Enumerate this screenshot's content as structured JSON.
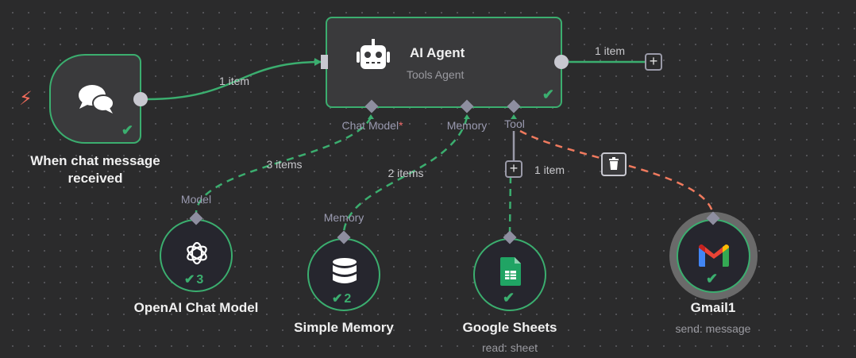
{
  "nodes": {
    "trigger": {
      "title": "When chat message received",
      "icon": "chat-bubbles-icon",
      "trigger_icon": "lightning-icon"
    },
    "agent": {
      "title": "AI Agent",
      "subtitle": "Tools Agent",
      "icon": "robot-icon",
      "ports": {
        "chat_model": "Chat Model",
        "required_mark": "*",
        "memory": "Memory",
        "tool": "Tool"
      }
    },
    "openai": {
      "title": "OpenAI Chat Model",
      "port": "Model",
      "run_count": "3",
      "icon": "openai-icon"
    },
    "memory": {
      "title": "Simple Memory",
      "port": "Memory",
      "run_count": "2",
      "icon": "database-icon"
    },
    "sheets": {
      "title": "Google Sheets",
      "subtitle": "read: sheet",
      "icon": "google-sheets-icon"
    },
    "gmail": {
      "title": "Gmail1",
      "subtitle": "send: message",
      "icon": "gmail-icon"
    }
  },
  "edges": {
    "trigger_agent": "1 item",
    "agent_out": "1 item",
    "openai": "3 items",
    "memory": "2 items",
    "sheets": "1 item"
  },
  "colors": {
    "success": "#3bae6f",
    "selected_edge": "#f07a5e",
    "background": "#2b2b2c",
    "node": "#3a3a3c"
  }
}
